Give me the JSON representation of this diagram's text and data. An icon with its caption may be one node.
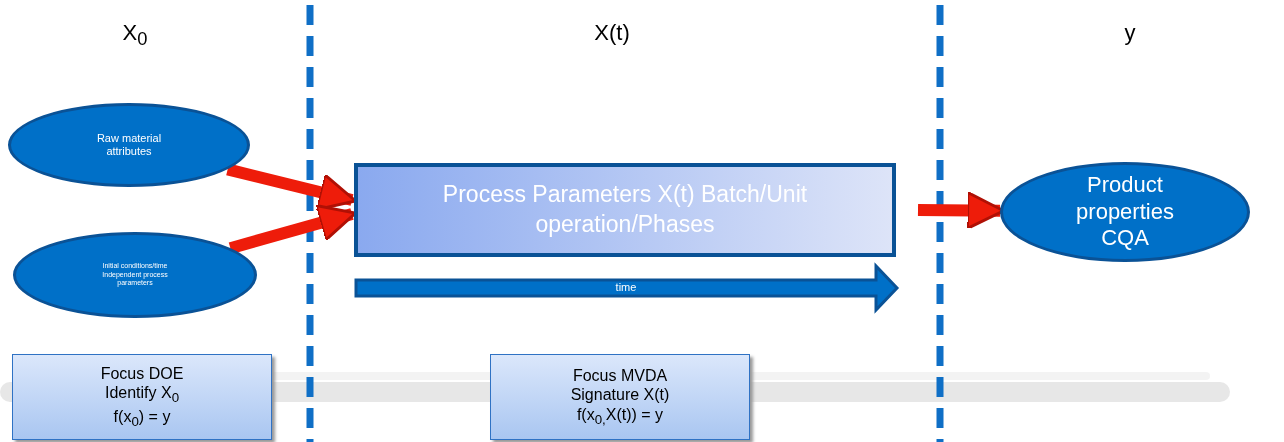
{
  "diagram": {
    "nodes": [
      {
        "text": [
          "Raw material attributes"
        ]
      },
      {
        "text": [
          "Initial conditions/time Independent process parameters"
        ]
      },
      {
        "text": [
          "Process Parameters X(t) Batch/Unit operation/Phases"
        ]
      },
      {
        "text": [
          "Product properties CQA"
        ]
      },
      {
        "text": [
          "Focus DOE",
          "Identify X$_{0}$",
          "f(x$_{0}$) = y"
        ]
      },
      {
        "text": [
          "Focus MVDA",
          "Signature X(t)",
          "f(x$_{0,}$X(t)) = y"
        ]
      }
    ],
    "edges": [
      {
        "from": 0,
        "to": 2,
        "arrow": "to"
      },
      {
        "from": 1,
        "to": 2,
        "arrow": "to"
      },
      {
        "from": 2,
        "to": 3,
        "arrow": "to"
      }
    ],
    "labels": [
      "X$_{0}$",
      "X(t)",
      "y",
      "time"
    ]
  }
}
